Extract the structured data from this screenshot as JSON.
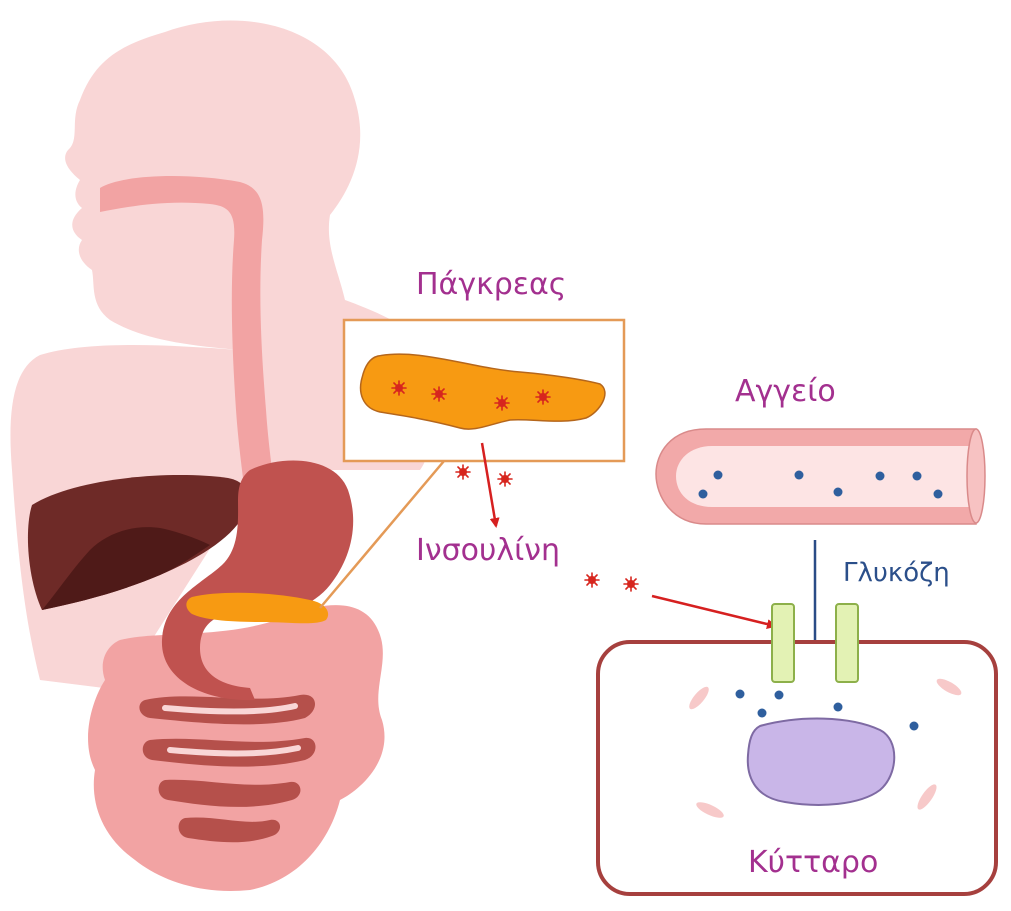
{
  "labels": {
    "pancreas": "Πάγκρεας",
    "insulin": "Ινσουλίνη",
    "vessel": "Αγγείο",
    "glucose": "Γλυκόζη",
    "cell": "Κύτταρο"
  },
  "colors": {
    "label_magenta": "#a3308f",
    "label_blue": "#2b4f8a",
    "body_pink": "#f9d6d6",
    "organ_pink": "#f2a3a3",
    "stomach": "#c0524f",
    "intestine_dark": "#b5504b",
    "liver": "#6e2a27",
    "liver_shadow": "#4f1a18",
    "pancreas_orange": "#f79a12",
    "zoom_box": "#e49a57",
    "insulin_red": "#d7261e",
    "glucose_dot": "#2f5f9e",
    "vessel_wall": "#f2a9a9",
    "vessel_lumen": "#fde4e4",
    "cell_border": "#a6403e",
    "receptor_fill": "#e3f2b4",
    "receptor_stroke": "#8db04a",
    "nucleus": "#c9b6e8",
    "arrow_red": "#d62020",
    "arrow_blue": "#2a4c86"
  }
}
